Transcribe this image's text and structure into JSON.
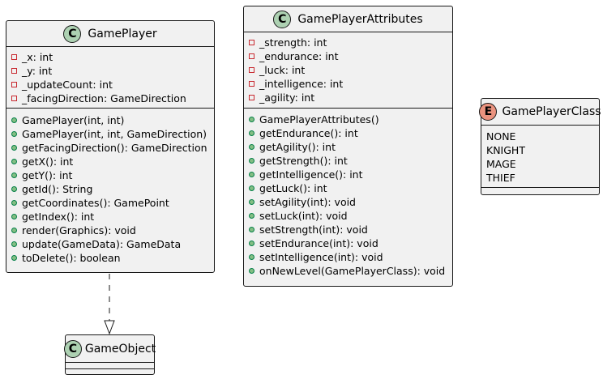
{
  "classes": {
    "game_player": {
      "badge": "C",
      "name": "GamePlayer",
      "fields": [
        "_x: int",
        "_y: int",
        "_updateCount: int",
        "_facingDirection: GameDirection"
      ],
      "methods": [
        "GamePlayer(int, int)",
        "GamePlayer(int, int, GameDirection)",
        "getFacingDirection(): GameDirection",
        "getX(): int",
        "getY(): int",
        "getId(): String",
        "getCoordinates(): GamePoint",
        "getIndex(): int",
        "render(Graphics): void",
        "update(GameData): GameData",
        "toDelete(): boolean"
      ]
    },
    "game_player_attributes": {
      "badge": "C",
      "name": "GamePlayerAttributes",
      "fields": [
        "_strength: int",
        "_endurance: int",
        "_luck: int",
        "_intelligence: int",
        "_agility: int"
      ],
      "methods": [
        "GamePlayerAttributes()",
        "getEndurance(): int",
        "getAgility(): int",
        "getStrength(): int",
        "getIntelligence(): int",
        "getLuck(): int",
        "setAgility(int): void",
        "setLuck(int): void",
        "setStrength(int): void",
        "setEndurance(int): void",
        "setIntelligence(int): void",
        "onNewLevel(GamePlayerClass): void"
      ]
    },
    "game_player_class": {
      "badge": "E",
      "name": "GamePlayerClass",
      "values": [
        "NONE",
        "KNIGHT",
        "MAGE",
        "THIEF"
      ]
    },
    "game_object": {
      "badge": "C",
      "name": "GameObject"
    }
  },
  "colors": {
    "class_badge": "#add1b2",
    "enum_badge": "#eb937f",
    "box_fill": "#f1f1f1",
    "private_marker": "#c82930",
    "public_marker": "#84be84"
  },
  "relations": [
    {
      "from": "GamePlayer",
      "to": "GameObject",
      "type": "realization"
    }
  ]
}
